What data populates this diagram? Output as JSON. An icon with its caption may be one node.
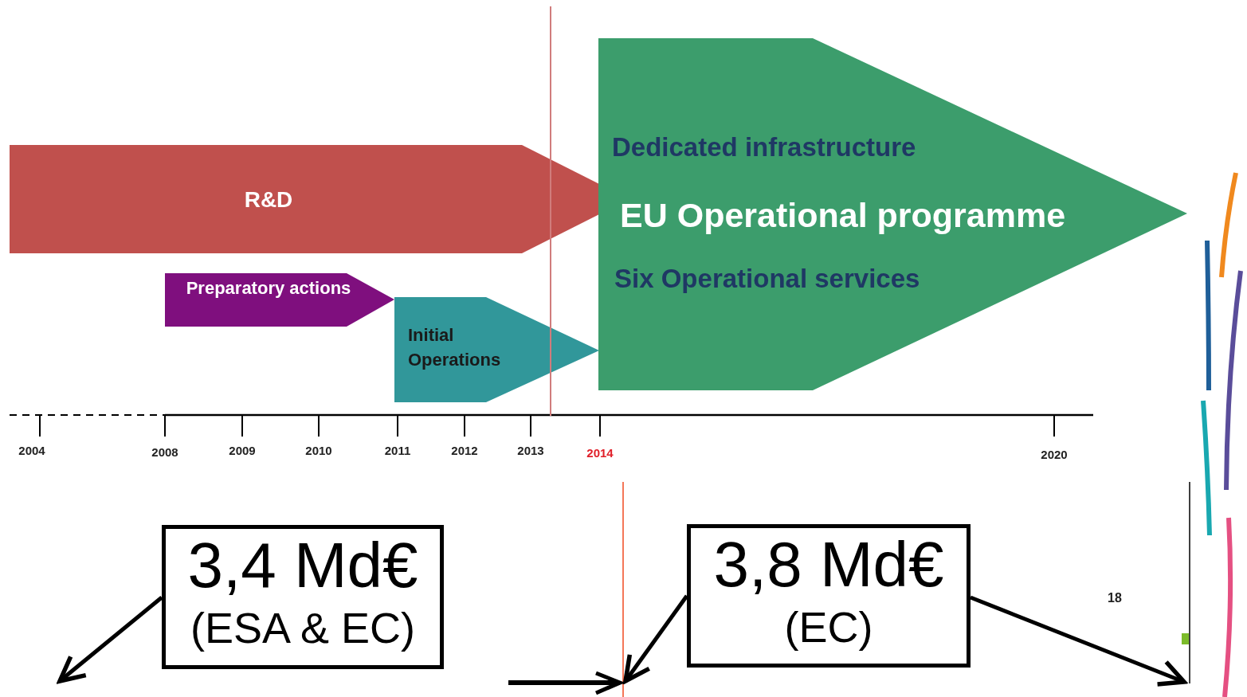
{
  "diagram": {
    "nodes": [
      {
        "text": [
          "R&D"
        ]
      },
      {
        "text": [
          "Preparatory actions"
        ]
      },
      {
        "text": [
          "Initial Operations"
        ]
      },
      {
        "text": [
          "Dedicated infrastructure",
          "EU Operational programme",
          "Six Operational services"
        ]
      },
      {
        "text": [
          "3,4 Md€",
          "(ESA & EC)"
        ]
      },
      {
        "text": [
          "3,8 Md€",
          "(EC)"
        ]
      }
    ],
    "edges": [
      {
        "from": 4,
        "to": null,
        "arrow": "to"
      },
      {
        "from": 5,
        "to": null,
        "arrow": "to"
      },
      {
        "from": 5,
        "to": null,
        "arrow": "to"
      }
    ],
    "labels": [
      "2004",
      "2008",
      "2009",
      "2010",
      "2011",
      "2012",
      "2013",
      "2014",
      "2020",
      "18"
    ]
  }
}
